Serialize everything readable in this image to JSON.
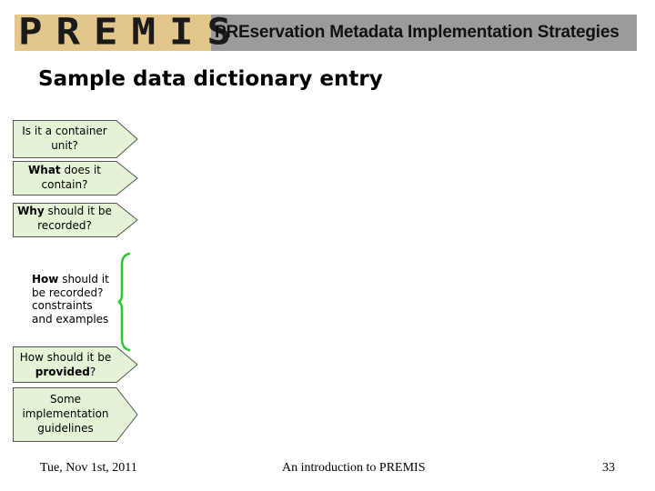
{
  "banner": {
    "logo_text": "PREMIS",
    "title": "PREservation Metadata Implementation Strategies"
  },
  "page_title": "Sample data dictionary entry",
  "arrows": [
    {
      "bold": "",
      "text": "Is it a container unit?"
    },
    {
      "bold": "What",
      "text": " does it contain?"
    },
    {
      "bold": "Why",
      "text": " should it be recorded?"
    }
  ],
  "how_block": {
    "bold": "How",
    "line1_rest": " should it",
    "line2": "be recorded?",
    "line3": "constraints",
    "line4": "and examples"
  },
  "provided_arrow": {
    "pre": "How should it be ",
    "bold": "provided",
    "post": "?"
  },
  "guidelines_arrow": {
    "text": "Some implementation guidelines"
  },
  "footer": {
    "date": "Tue, Nov 1st, 2011",
    "center": "An introduction to PREMIS",
    "page_number": "33"
  },
  "colors": {
    "banner_gray": "#9b9b9b",
    "logo_tan": "#e2c68b",
    "arrow_fill": "#e4f2d5",
    "brace_green": "#2ec82e"
  }
}
